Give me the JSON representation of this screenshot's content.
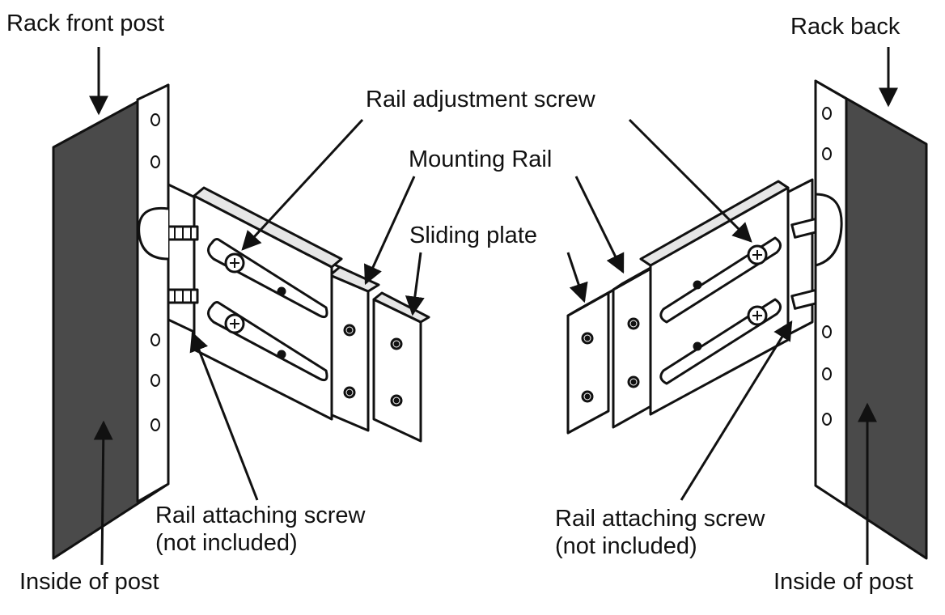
{
  "labels": {
    "rack_front_post": "Rack front post",
    "rack_back": "Rack back",
    "rail_adjustment_screw": "Rail adjustment screw",
    "mounting_rail": "Mounting Rail",
    "sliding_plate": "Sliding plate",
    "rail_attaching_screw_left_1": "Rail attaching screw",
    "rail_attaching_screw_left_2": "(not included)",
    "rail_attaching_screw_right_1": "Rail attaching screw",
    "rail_attaching_screw_right_2": "(not included)",
    "inside_of_post_left": "Inside of post",
    "inside_of_post_right": "Inside of post"
  },
  "colors": {
    "post_fill": "#4a4a4a",
    "line": "#111111",
    "metal": "#ffffff"
  }
}
